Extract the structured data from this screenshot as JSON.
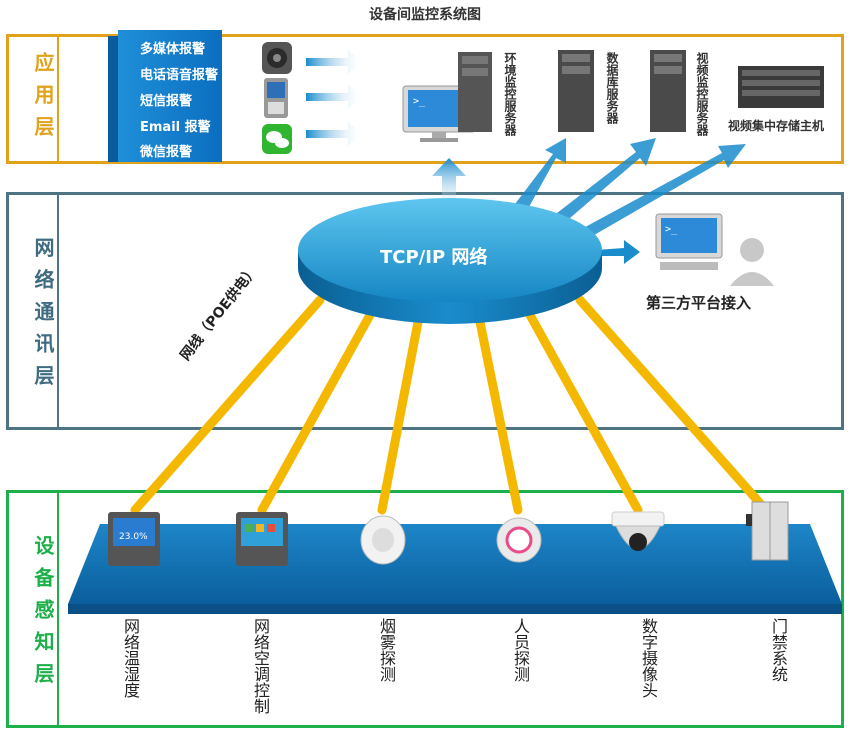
{
  "title": "设备间监控系统图",
  "layers": {
    "application": "应用层",
    "network": "网络通讯层",
    "device": "设备感知层"
  },
  "alarms": [
    "多媒体报警",
    "电话语音报警",
    "短信报警",
    "Email 报警",
    "微信报警"
  ],
  "servers": {
    "env": "环境监控服务器",
    "db": "数据库服务器",
    "video": "视频监控服务器",
    "storage": "视频集中存储主机"
  },
  "network": {
    "core": "TCP/IP 网络",
    "cable": "网线（POE供电）",
    "platform": "第三方平台接入"
  },
  "devices": [
    "网络温湿度",
    "网络空调控制",
    "烟雾探测",
    "人员探测",
    "数字摄像头",
    "门禁系统"
  ],
  "colors": {
    "app_border": "#e0a21a",
    "net_border": "#4e7383",
    "dev_border": "#1db04a",
    "cable": "#f5b800",
    "disk": "#1a8ccc"
  }
}
